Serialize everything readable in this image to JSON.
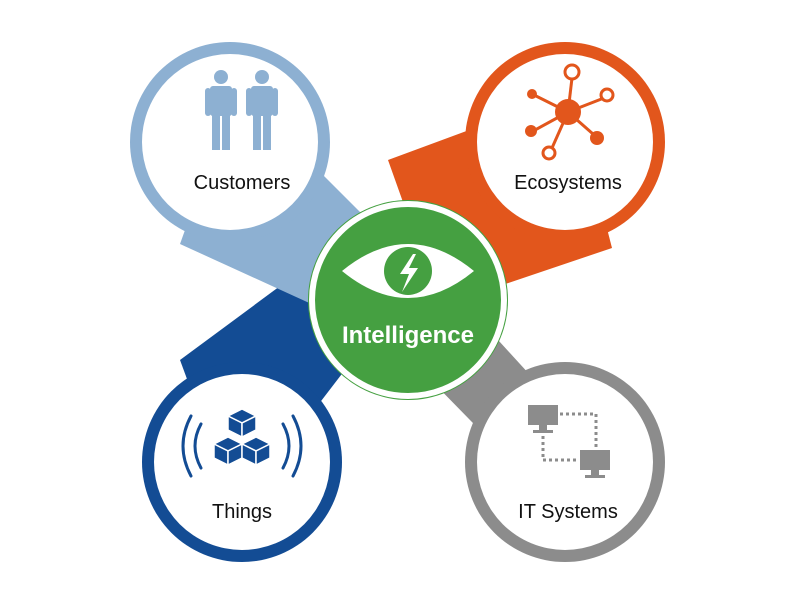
{
  "diagram": {
    "center": {
      "label": "Intelligence",
      "color": "#45A041",
      "icon": "eye-lightning-icon"
    },
    "nodes": [
      {
        "id": "customers",
        "label": "Customers",
        "color": "#8DB0D2",
        "icon": "people-icon"
      },
      {
        "id": "ecosystems",
        "label": "Ecosystems",
        "color": "#E2561C",
        "icon": "network-hub-icon"
      },
      {
        "id": "things",
        "label": "Things",
        "color": "#134C94",
        "icon": "connected-cubes-icon"
      },
      {
        "id": "it-systems",
        "label": "IT Systems",
        "color": "#8C8C8C",
        "icon": "linked-monitors-icon"
      }
    ]
  }
}
